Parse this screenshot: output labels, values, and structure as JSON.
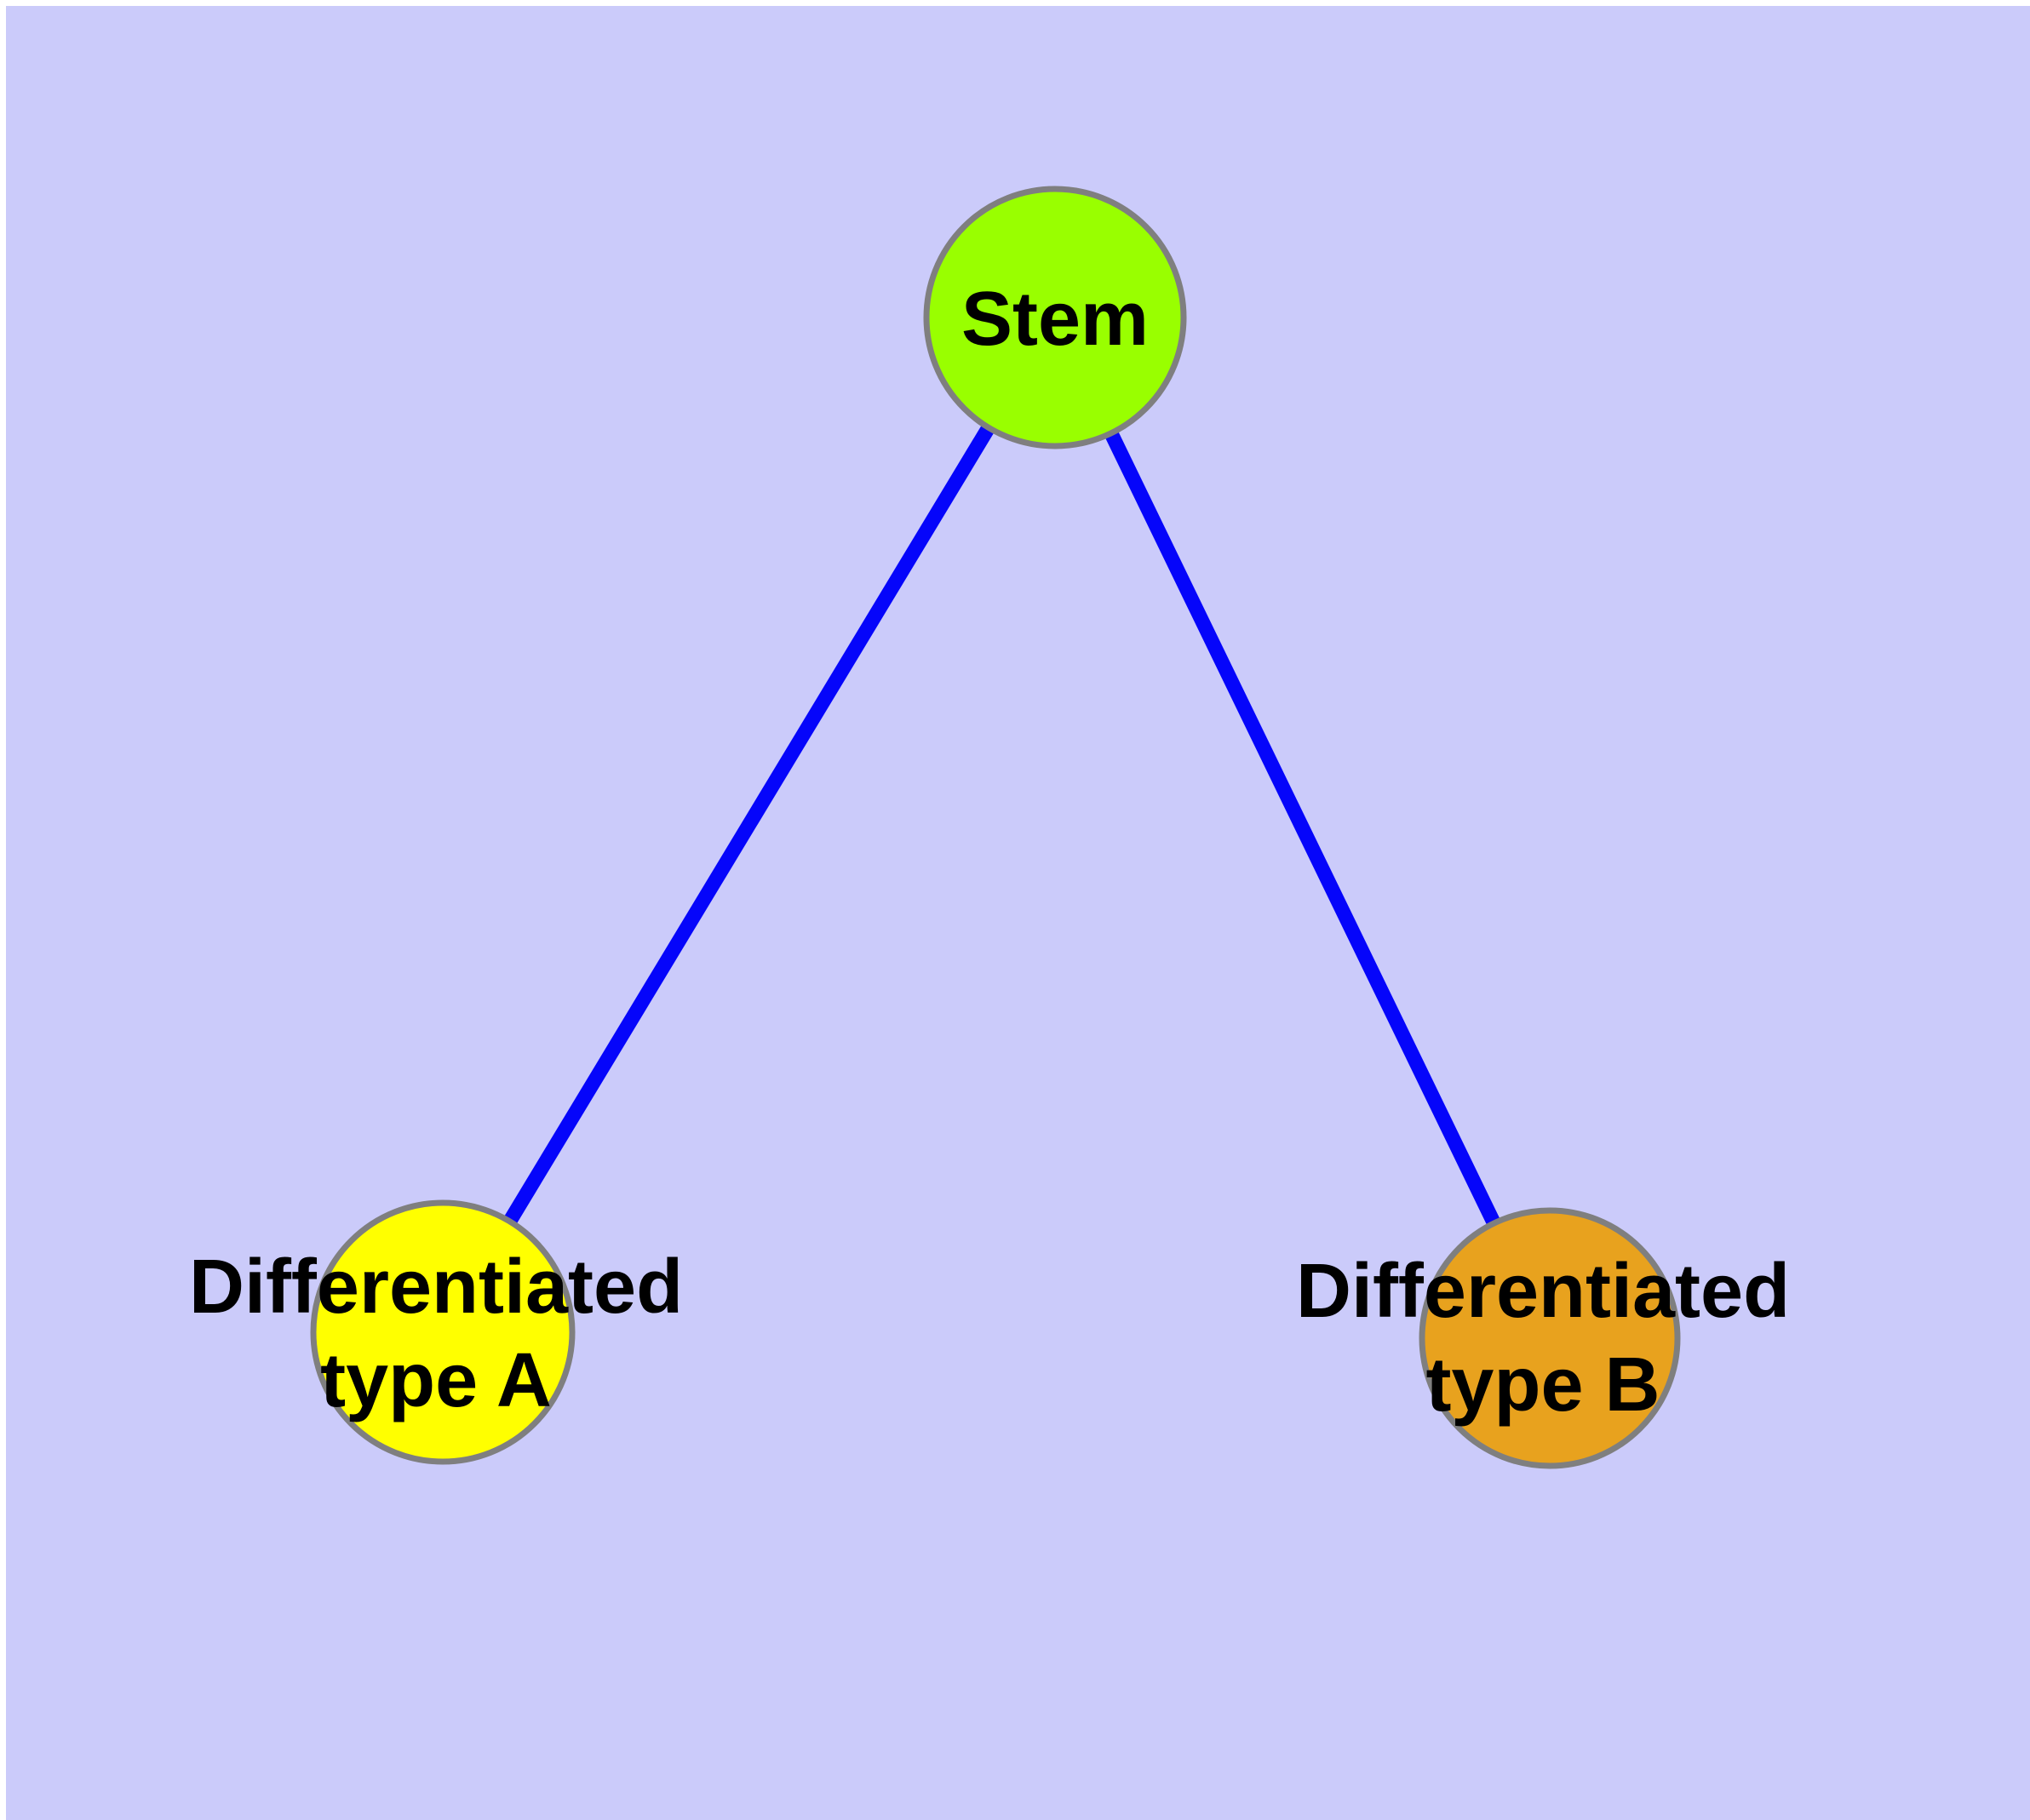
{
  "diagram": {
    "title": "",
    "nodes": {
      "stem": {
        "label": "Stem",
        "fill": "#99FF00",
        "shape": "circle"
      },
      "type_a": {
        "label_line1": "Differentiated",
        "label_line2": "type A",
        "fill": "#FFFF00",
        "shape": "circle"
      },
      "type_b": {
        "label_line1": "Differentiated",
        "label_line2": "type B",
        "fill": "#E8A21E",
        "shape": "circle"
      }
    },
    "edges": [
      {
        "from": "stem",
        "to": "type_a",
        "style": "solid",
        "arrowhead": "none"
      },
      {
        "from": "stem",
        "to": "type_b",
        "style": "solid",
        "arrowhead": "none"
      }
    ],
    "colors": {
      "background": "#CBCBFA",
      "frame": "#FFFFFF",
      "node_border": "#7F7F7F",
      "edge": "#0505FA",
      "text": "#000000"
    }
  }
}
